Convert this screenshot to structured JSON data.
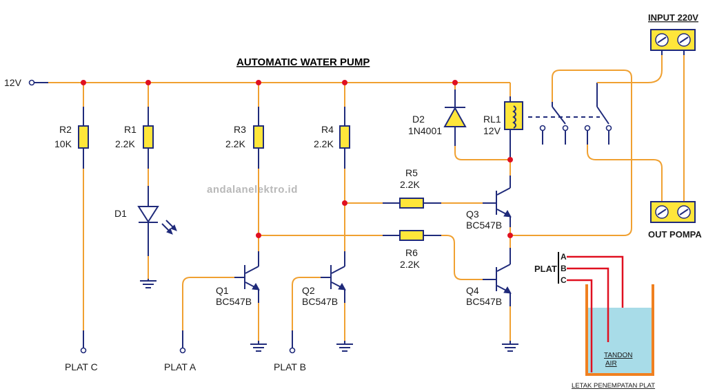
{
  "title": "AUTOMATIC WATER PUMP",
  "supply_label": "12V",
  "watermark": "andalanelektro.id",
  "components": {
    "r2": {
      "name": "R2",
      "value": "10K"
    },
    "r1": {
      "name": "R1",
      "value": "2.2K"
    },
    "r3": {
      "name": "R3",
      "value": "2.2K"
    },
    "r4": {
      "name": "R4",
      "value": "2.2K"
    },
    "r5": {
      "name": "R5",
      "value": "2.2K"
    },
    "r6": {
      "name": "R6",
      "value": "2.2K"
    },
    "d1": {
      "name": "D1"
    },
    "d2": {
      "name": "D2",
      "value": "1N4001"
    },
    "rl1": {
      "name": "RL1",
      "value": "12V"
    },
    "q1": {
      "name": "Q1",
      "value": "BC547B"
    },
    "q2": {
      "name": "Q2",
      "value": "BC547B"
    },
    "q3": {
      "name": "Q3",
      "value": "BC547B"
    },
    "q4": {
      "name": "Q4",
      "value": "BC547B"
    }
  },
  "plates": {
    "plat_c": "PLAT C",
    "plat_a": "PLAT A",
    "plat_b": "PLAT B"
  },
  "terminals": {
    "input": "INPUT 220V",
    "output": "OUT POMPA"
  },
  "tank": {
    "plat_label": "PLAT",
    "electrodes": [
      "A",
      "B",
      "C"
    ],
    "tank_label_line1": "TANDON",
    "tank_label_line2": "AIR",
    "caption": "LETAK PENEMPATAN PLAT"
  },
  "colors": {
    "wire": "#f0a030",
    "component": "#1f2a7a",
    "node": "#e01020",
    "resistor_fill": "#ffe63a",
    "water": "#a8dce8",
    "tank_wall": "#f08020",
    "electrode": "#e01020"
  }
}
